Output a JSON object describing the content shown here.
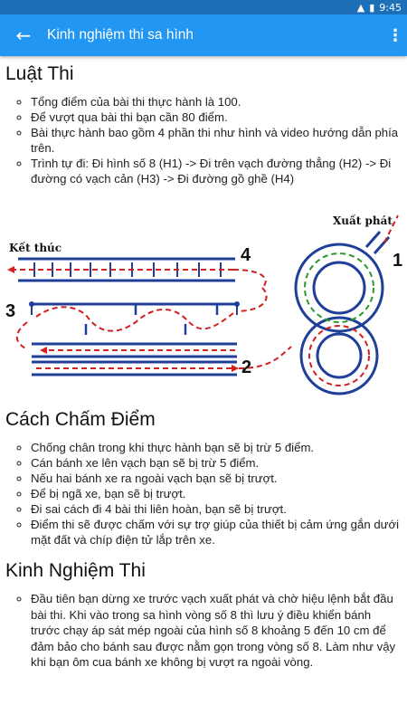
{
  "statusbar": {
    "time": "9:45"
  },
  "appbar": {
    "title": "Kinh nghiệm thi sa hình"
  },
  "sections": [
    {
      "heading": "Luật Thi",
      "items": [
        "Tổng điểm của bài thi thực hành là 100.",
        "Để vượt qua bài thi bạn cần 80 điểm.",
        "Bài thực hành bao gồm 4 phần thi như hình và video hướng dẫn phía trên.",
        "Trình tự đi: Đi hình số 8 (H1) -> Đi trên vạch đường thẳng (H2) -> Đi đường có vạch cản (H3) -> Đi đường gồ ghề (H4)"
      ]
    },
    {
      "heading": "Cách Chấm Điểm",
      "items": [
        "Chống chân trong khi thực hành bạn sẽ bị trừ 5 điểm.",
        "Cán bánh xe lên vạch bạn sẽ bị trừ 5 điểm.",
        "Nếu hai bánh xe ra ngoài vạch bạn sẽ bị trượt.",
        "Để bị ngã xe, bạn sẽ bị trượt.",
        "Đi sai cách đi 4 bài thi liên hoàn, bạn sẽ bị trượt.",
        "Điểm thi sẽ được chấm với sự trợ giúp của thiết bị cảm ứng gắn dưới mặt đất và chíp điện tử lắp trên xe."
      ]
    },
    {
      "heading": "Kinh Nghiệm Thi",
      "items": [
        "Đầu tiên bạn dừng xe trước vạch xuất phát và chờ hiệu lệnh bắt đầu bài thi. Khi vào trong sa hình vòng số 8 thì lưu ý điều khiển bánh trước chạy áp sát mép ngoài của hình số 8 khoảng 5 đến 10 cm để đảm bảo cho bánh sau được nằm gọn trong vòng số 8. Làm như vậy khi bạn ôm cua bánh xe không bị vượt ra ngoài vòng."
      ]
    }
  ],
  "diagram": {
    "end_label": "Kết thúc",
    "start_label": "Xuất phát",
    "num1": "1",
    "num2": "2",
    "num3": "3",
    "num4": "4"
  },
  "colors": {
    "appbar": "#2196f3",
    "statusbar": "#1d6fb8",
    "track": "#1f3f99",
    "arrow": "#d22020",
    "green_arrow": "#2a9a2a"
  }
}
